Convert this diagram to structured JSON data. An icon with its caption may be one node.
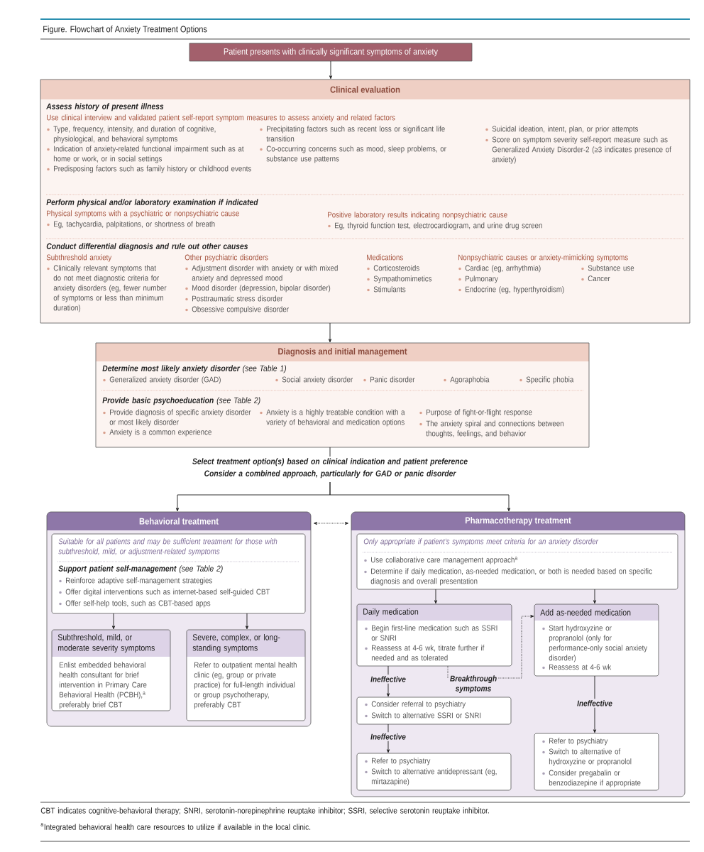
{
  "diagram": {
    "title": "Figure. Flowchart of Anxiety Treatment Options",
    "nodes": [
      {
        "text": [
          "Patient presents with clinically significant symptoms of anxiety"
        ]
      },
      {
        "text": [
          "Clinical evaluation",
          "Assess history of present illness",
          "Use clinical interview and validated patient self-report symptom measures to assess anxiety and related factors",
          "Type, frequency, intensity, and duration of cognitive, physiological, and behavioral symptoms",
          "Indication of anxiety-related functional impairment such as at home or work, or in social settings",
          "Predisposing factors such as family history or childhood events",
          "Precipitating factors such as recent loss or significant life transition",
          "Co-occurring concerns such as mood, sleep problems, or substance use patterns",
          "Suicidal ideation, intent, plan, or prior attempts",
          "Score on symptom severity self-report measure such as Generalized Anxiety Disorder-2 (≥3 indicates presence of anxiety)",
          "Perform physical and/or laboratory examination if indicated",
          "Physical symptoms with a psychiatric or nonpsychiatric cause",
          "Eg, tachycardia, palpitations, or shortness of breath",
          "Positive laboratory results indicating nonpsychiatric cause",
          "Eg, thyroid function test, electrocardiogram, and urine drug screen",
          "Conduct differential diagnosis and rule out other causes",
          "Subthreshold anxiety",
          "Clinically relevant symptoms that do not meet diagnostic criteria for anxiety disorders (eg, fewer number of symptoms or less than minimum duration)",
          "Other psychiatric disorders",
          "Adjustment disorder with anxiety or with mixed anxiety and depressed mood",
          "Mood disorder (depression, bipolar disorder)",
          "Posttraumatic stress disorder",
          "Obsessive compulsive disorder",
          "Medications",
          "Corticosteroids",
          "Sympathomimetics",
          "Stimulants",
          "Nonpsychiatric causes or anxiety-mimicking symptoms",
          "Cardiac (eg, arrhythmia)",
          "Pulmonary",
          "Endocrine (eg, hyperthyroidism)",
          "Substance use",
          "Cancer"
        ]
      },
      {
        "text": [
          "Diagnosis and initial management",
          "**Determine most likely anxiety disorder** (see Table 1)",
          "Generalized anxiety disorder (GAD)",
          "Social anxiety disorder",
          "Panic disorder",
          "Agoraphobia",
          "Specific phobia",
          "**Provide basic psychoeducation** (see Table 2)",
          "Provide diagnosis of specific anxiety disorder or most likely disorder",
          "Anxiety is a common experience",
          "Anxiety is a highly treatable condition with a variety of behavioral and medication options",
          "Purpose of fight-or-flight response",
          "The anxiety spiral and connections between thoughts, feelings, and behavior"
        ]
      },
      {
        "text": [
          "Select treatment option(s) based on clinical indication and patient preference",
          "Consider a combined approach, particularly for GAD or panic disorder"
        ]
      },
      {
        "text": [
          "Behavioral treatment"
        ]
      },
      {
        "text": [
          "Suitable for all patients and may be sufficient treatment for those with subthreshold, mild, or adjustment-related symptoms",
          "**Support patient self-management** (see Table 2)",
          "Reinforce adaptive self-management strategies",
          "Offer digital interventions such as internet-based self-guided CBT",
          "Offer self-help tools, such as CBT-based apps"
        ],
        "in": 4
      },
      {
        "text": [
          "Subthreshold, mild, or moderate severity symptoms",
          "Enlist embedded behavioral health consultant for brief intervention in Primary Care Behavioral Health (PCBH),$^{a}$ preferably brief CBT"
        ],
        "in": 4
      },
      {
        "text": [
          "Severe, complex, or long-standing symptoms",
          "Refer to outpatient mental health clinic (eg, group or private practice) for full-length individual or group psychotherapy, preferably CBT"
        ],
        "in": 4
      },
      {
        "text": [
          "Pharmacotherapy treatment"
        ]
      },
      {
        "text": [
          "Only appropriate if patient’s symptoms meet criteria for an anxiety disorder",
          "Use collaborative care management approach$^{a}$",
          "Determine if daily medication, as-needed medication, or both is needed based on specific diagnosis and overall presentation"
        ],
        "in": 8
      },
      {
        "text": [
          "Daily medication",
          "Begin first-line medication such as SSRI or SNRI",
          "Reassess at 4-6 wk, titrate further if needed and as tolerated"
        ],
        "in": 8
      },
      {
        "text": [
          "Add as-needed medication",
          "Start hydroxyzine or propranolol (only for performance-only social anxiety disorder)",
          "Reassess at 4-6 wk"
        ],
        "in": 8
      },
      {
        "text": [
          "Consider referral to psychiatry",
          "Switch to alternative SSRI or SNRI"
        ],
        "in": 8
      },
      {
        "text": [
          "Refer to psychiatry",
          "Switch to alternative antidepressant (eg, mirtazapine)"
        ],
        "in": 8
      },
      {
        "text": [
          "Refer to psychiatry",
          "Switch to alternative of hydroxyzine or propranolol",
          "Consider pregabalin or benzodiazepine if appropriate"
        ],
        "in": 8
      }
    ],
    "edges": [
      {
        "from": 0,
        "to": 1,
        "arrow": "to"
      },
      {
        "from": 1,
        "to": 2,
        "arrow": "to"
      },
      {
        "from": 2,
        "to": 3,
        "arrow": "none"
      },
      {
        "from": 3,
        "to": 4,
        "arrow": "to"
      },
      {
        "from": 3,
        "to": 8,
        "arrow": "to"
      },
      {
        "from": 4,
        "to": 8,
        "arrow": "both",
        "style": "dashed"
      },
      {
        "from": 5,
        "to": 6,
        "arrow": "to"
      },
      {
        "from": 5,
        "to": 7,
        "arrow": "to"
      },
      {
        "from": 9,
        "to": 10,
        "arrow": "to"
      },
      {
        "from": 9,
        "to": 11,
        "arrow": "to"
      },
      {
        "from": 10,
        "to": 12,
        "arrow": "to",
        "label": "Ineffective"
      },
      {
        "from": 12,
        "to": 13,
        "arrow": "to",
        "label": "Ineffective"
      },
      {
        "from": 10,
        "to": 11,
        "arrow": "to",
        "style": "dashed",
        "label": "Breakthrough symptoms"
      },
      {
        "from": 11,
        "to": 14,
        "arrow": "to",
        "label": "Ineffective"
      }
    ],
    "labels": [
      "CBT indicates cognitive-behavioral therapy; SNRI, serotonin-norepinephrine reuptake inhibitor; SSRI, selective serotonin reuptake inhibitor.",
      "$^{a}$Integrated behavioral health care resources to utilize if available in the local clinic."
    ]
  }
}
